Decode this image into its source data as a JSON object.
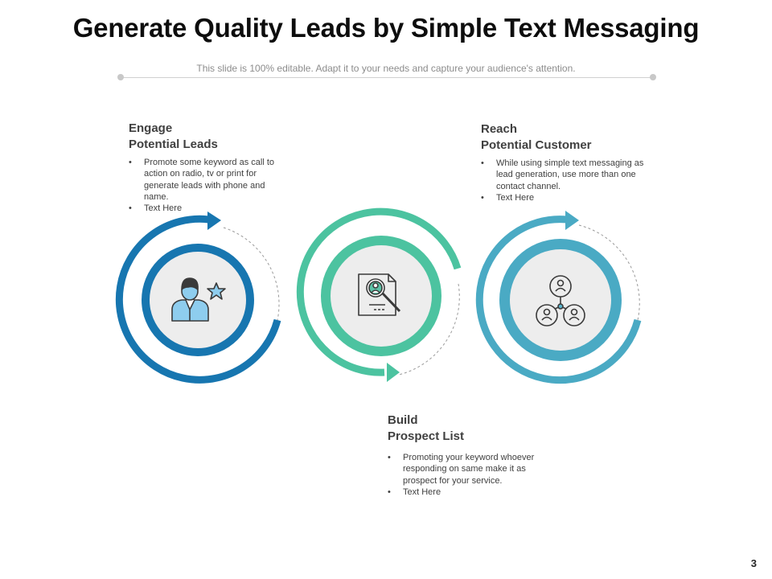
{
  "title": "Generate Quality Leads by Simple Text Messaging",
  "subtitle": "This slide is 100% editable. Adapt it to your needs and capture your audience's attention.",
  "steps": [
    {
      "heading_line1": "Engage",
      "heading_line2": "Potential Leads",
      "bullets": [
        "Promote some keyword as call to action on radio, tv or print for generate leads with phone and name.",
        "Text Here"
      ],
      "color": "#1776b0",
      "icon": "person-star-icon"
    },
    {
      "heading_line1": "Build",
      "heading_line2": "Prospect List",
      "bullets": [
        "Promoting your keyword whoever responding on same make it as prospect for your service.",
        "Text Here"
      ],
      "color": "#4cc3a0",
      "icon": "document-search-icon"
    },
    {
      "heading_line1": "Reach",
      "heading_line2": "Potential Customer",
      "bullets": [
        "While using simple text messaging as lead generation, use more than one contact channel.",
        "Text Here"
      ],
      "color": "#4aaac4",
      "icon": "network-people-icon"
    }
  ],
  "page_number": "3"
}
